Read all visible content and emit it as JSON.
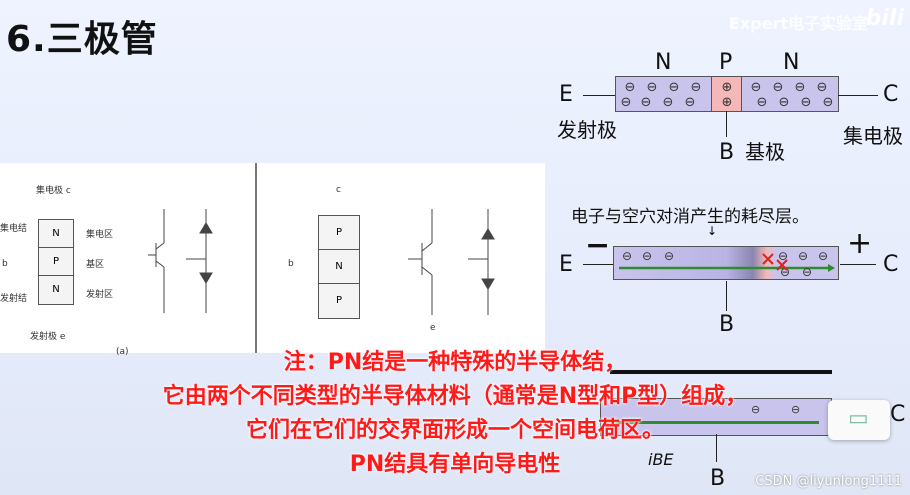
{
  "header": {
    "title": "6.三极管",
    "watermark": "Expert电子实验室",
    "logo_text": "bili"
  },
  "diagram_top": {
    "regions": [
      "N",
      "P",
      "N"
    ],
    "left_terminal": "E",
    "right_terminal": "C",
    "base_terminal": "B",
    "emitter_label": "发射极",
    "base_label": "基极",
    "collector_label": "集电极"
  },
  "diagram_mid": {
    "caption": "电子与空穴对消产生的耗尽层。",
    "left_terminal": "E",
    "right_terminal": "C",
    "base_terminal": "B",
    "minus_sign": "−",
    "plus_sign": "+"
  },
  "diagram_bottom": {
    "current_label": "iBE",
    "base_terminal": "B",
    "right_terminal": "C"
  },
  "scan": {
    "left": {
      "collector": "集电极 c",
      "emitter_junction": "集电结",
      "base_letter": "b",
      "emission_junction": "发射结",
      "emitter": "发射极 e",
      "layers": [
        "N",
        "P",
        "N"
      ],
      "zones": [
        "集电区",
        "基区",
        "发射区"
      ],
      "caption": "(a)"
    },
    "right": {
      "layers": [
        "P",
        "N",
        "P"
      ],
      "c": "c",
      "e": "e",
      "b": "b"
    }
  },
  "subtitles": [
    "注：PN结是一种特殊的半导体结，",
    "它由两个不同类型的半导体材料（通常是N型和P型）组成，",
    "它们在它们的交界面形成一个空间电荷区。",
    "PN结具有单向导电性"
  ],
  "footer": {
    "credit": "CSDN @liyunlong1111"
  },
  "colors": {
    "n_region": "#c9c4ec",
    "p_region": "#f4b8b8",
    "subtitle_red": "#ff1a1a"
  }
}
